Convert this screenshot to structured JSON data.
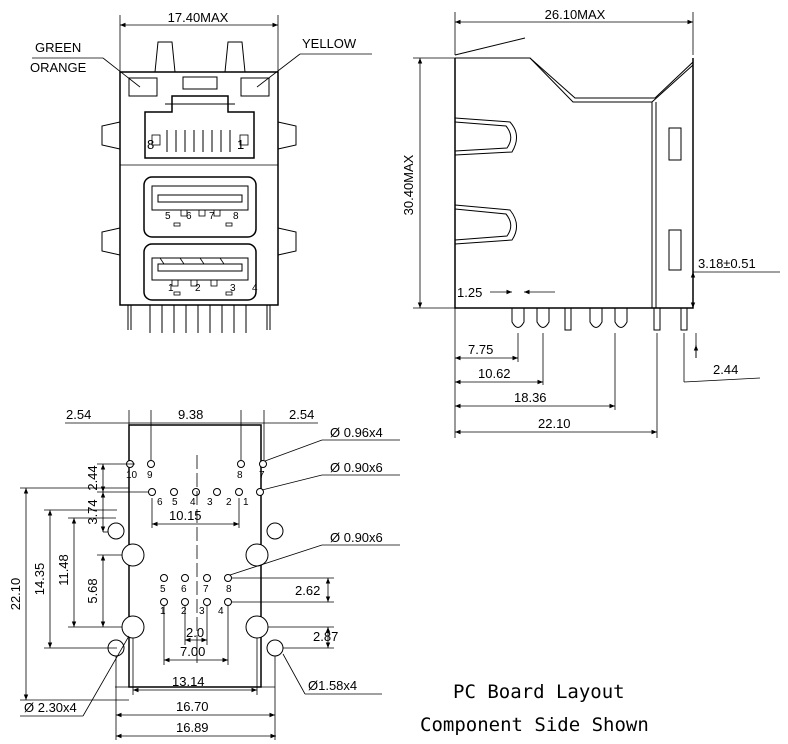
{
  "front_view": {
    "width_dim": "17.40MAX",
    "led_green": "GREEN",
    "led_orange": "ORANGE",
    "led_yellow": "YELLOW",
    "rj45_pin_left": "8",
    "rj45_pin_right": "1",
    "usb_top_pins": [
      "5",
      "6",
      "7",
      "8"
    ],
    "usb_bottom_pins": [
      "1",
      "2",
      "3",
      "4"
    ]
  },
  "side_view": {
    "width_dim": "26.10MAX",
    "height_dim": "30.40MAX",
    "pin_offset": "3.18±0.51",
    "pin_width": "1.25",
    "dims": [
      "7.75",
      "10.62",
      "18.36",
      "22.10"
    ],
    "pin_pitch_right": "2.44"
  },
  "pcb_layout": {
    "top_left": "2.54",
    "top_mid": "9.38",
    "top_right": "2.54",
    "hole_096": "Ø 0.96x4",
    "hole_090_top": "Ø 0.90x6",
    "hole_090_bot": "Ø 0.90x6",
    "dim_244": "2.44",
    "dim_374": "3.74",
    "dim_1015": "10.15",
    "dim_2210": "22.10",
    "dim_1435": "14.35",
    "dim_1148": "11.48",
    "dim_568": "5.68",
    "dim_262": "2.62",
    "dim_287": "2.87",
    "dim_20": "2.0",
    "dim_700": "7.00",
    "dim_1314": "13.14",
    "dim_1670": "16.70",
    "dim_1689": "16.89",
    "hole_230": "Ø 2.30x4",
    "hole_158": "Ø1.58x4",
    "pin_row1": [
      "10",
      "9",
      "8",
      "7"
    ],
    "pin_row2": [
      "6",
      "5",
      "4",
      "3",
      "2",
      "1"
    ],
    "pin_row3": [
      "5",
      "6",
      "7",
      "8"
    ],
    "pin_row4": [
      "1",
      "2",
      "3",
      "4"
    ]
  },
  "caption": {
    "line1": "PC Board Layout",
    "line2": "Component Side Shown"
  }
}
